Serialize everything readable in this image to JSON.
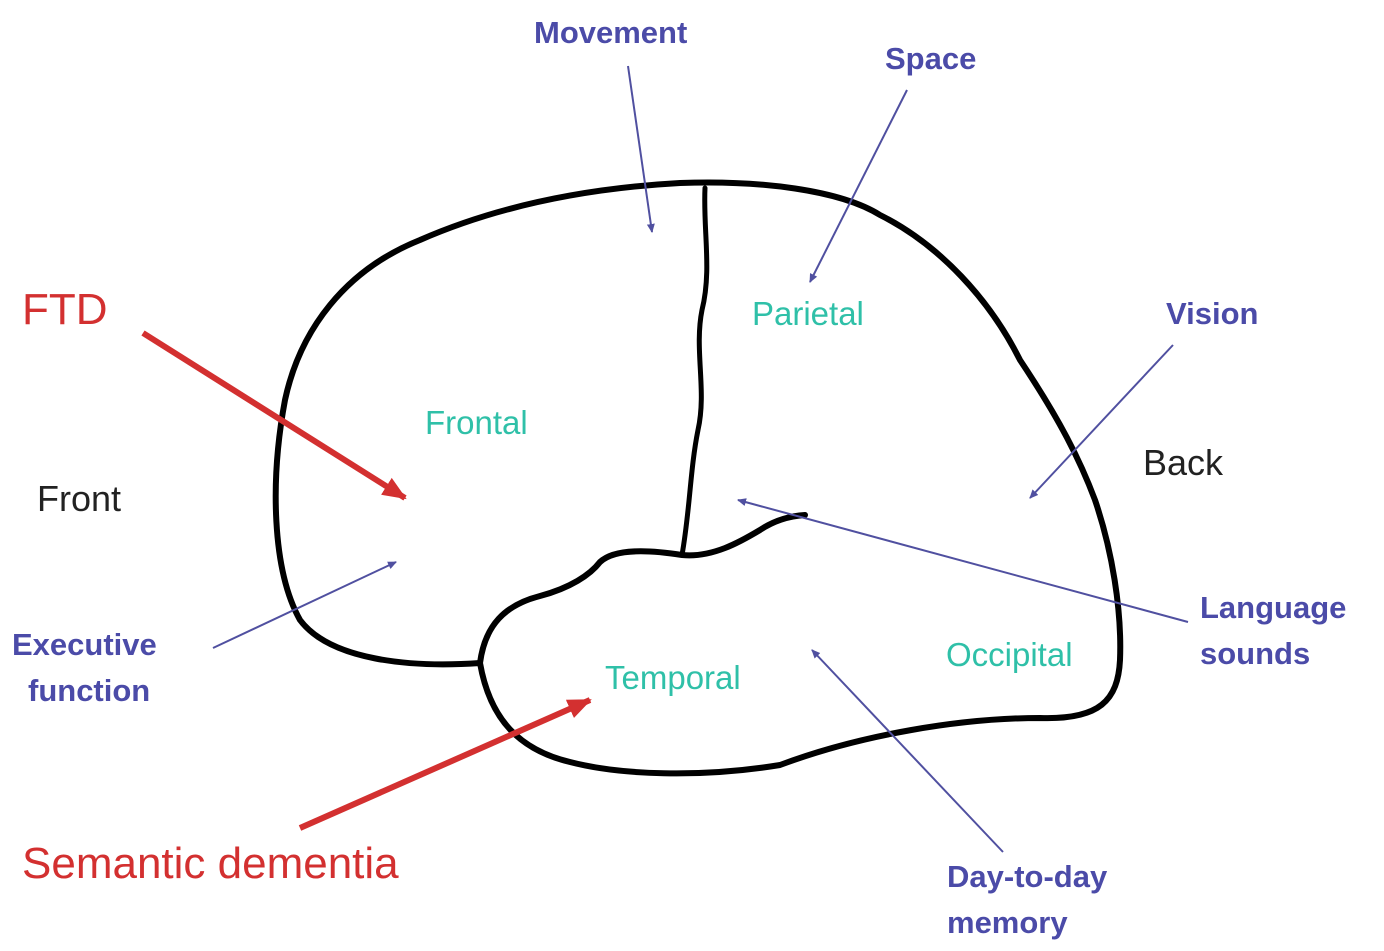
{
  "colors": {
    "outline": "#000000",
    "function_text": "#4b4ba8",
    "function_arrow": "#5050a0",
    "lobe_text": "#2fc0a8",
    "orientation_text": "#222222",
    "disease": "#d33030"
  },
  "lobes": {
    "frontal": "Frontal",
    "parietal": "Parietal",
    "temporal": "Temporal",
    "occipital": "Occipital"
  },
  "orientation": {
    "front": "Front",
    "back": "Back"
  },
  "functions": {
    "movement": "Movement",
    "space": "Space",
    "vision": "Vision",
    "executive_1": "Executive",
    "executive_2": "function",
    "language_1": "Language",
    "language_2": "sounds",
    "memory_1": "Day-to-day",
    "memory_2": "memory"
  },
  "diseases": {
    "ftd": "FTD",
    "semantic_dementia": "Semantic dementia"
  }
}
